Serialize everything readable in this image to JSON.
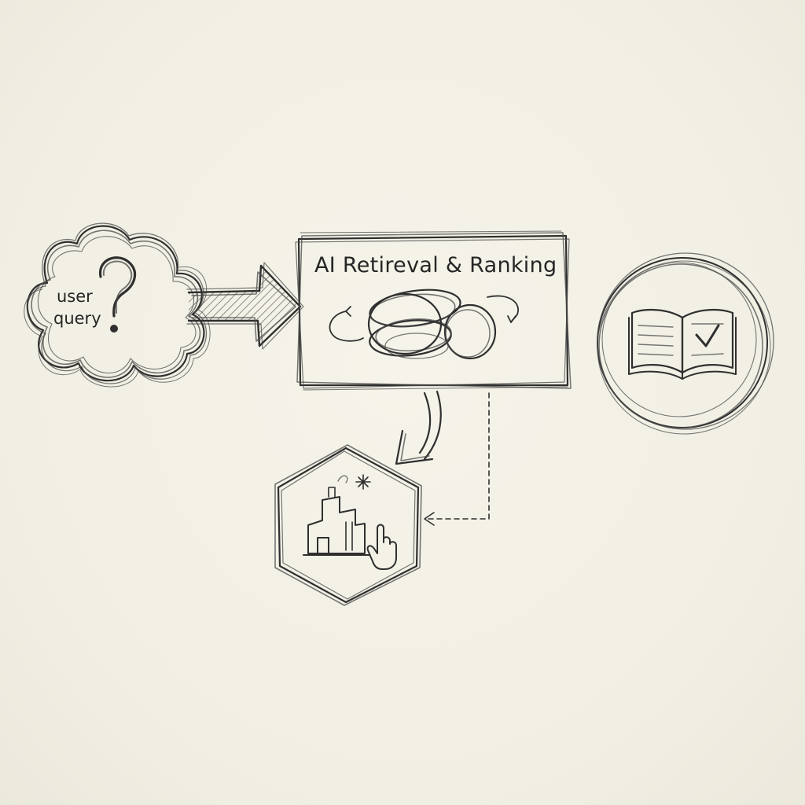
{
  "diagram": {
    "nodes": {
      "user_query": {
        "line1": "user",
        "line2": "query"
      },
      "ai_box": {
        "title": "AI Retireval & Ranking"
      },
      "book": {
        "label": ""
      },
      "building": {
        "label": ""
      }
    }
  },
  "colors": {
    "paper": "#f3f1e6",
    "ink": "#2f2f2f"
  },
  "icons": [
    "question-mark-icon",
    "cycle-arrow-icon",
    "open-book-check-icon",
    "building-icon",
    "pointer-hand-icon",
    "sparkle-icon"
  ]
}
